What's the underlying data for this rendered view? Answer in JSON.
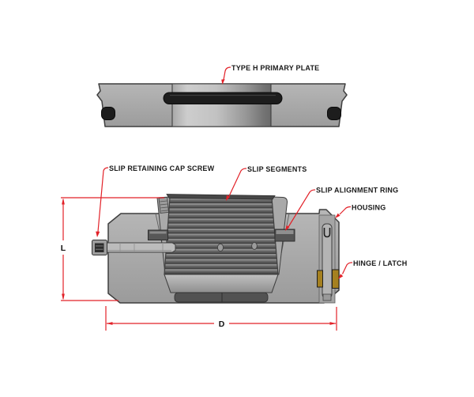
{
  "figure": {
    "callouts": {
      "primary_plate": "TYPE H PRIMARY PLATE",
      "cap_screw": "SLIP RETAINING CAP SCREW",
      "slip_segments": "SLIP SEGMENTS",
      "alignment_ring": "SLIP ALIGNMENT RING",
      "housing": "HOUSING",
      "hinge_latch": "HINGE / LATCH"
    },
    "dimensions": {
      "length_label": "L",
      "diameter_label": "D"
    },
    "colors": {
      "annotation_red": "#e22128",
      "text_black": "#1a1a1a",
      "body_gray": "#aaaaaa",
      "threads_gray": "#6e6e6e",
      "seal_black": "#1d1d1d",
      "latch_gold": "#a5801f",
      "outline_gray": "#3f3f3f",
      "background": "#ffffff"
    }
  }
}
